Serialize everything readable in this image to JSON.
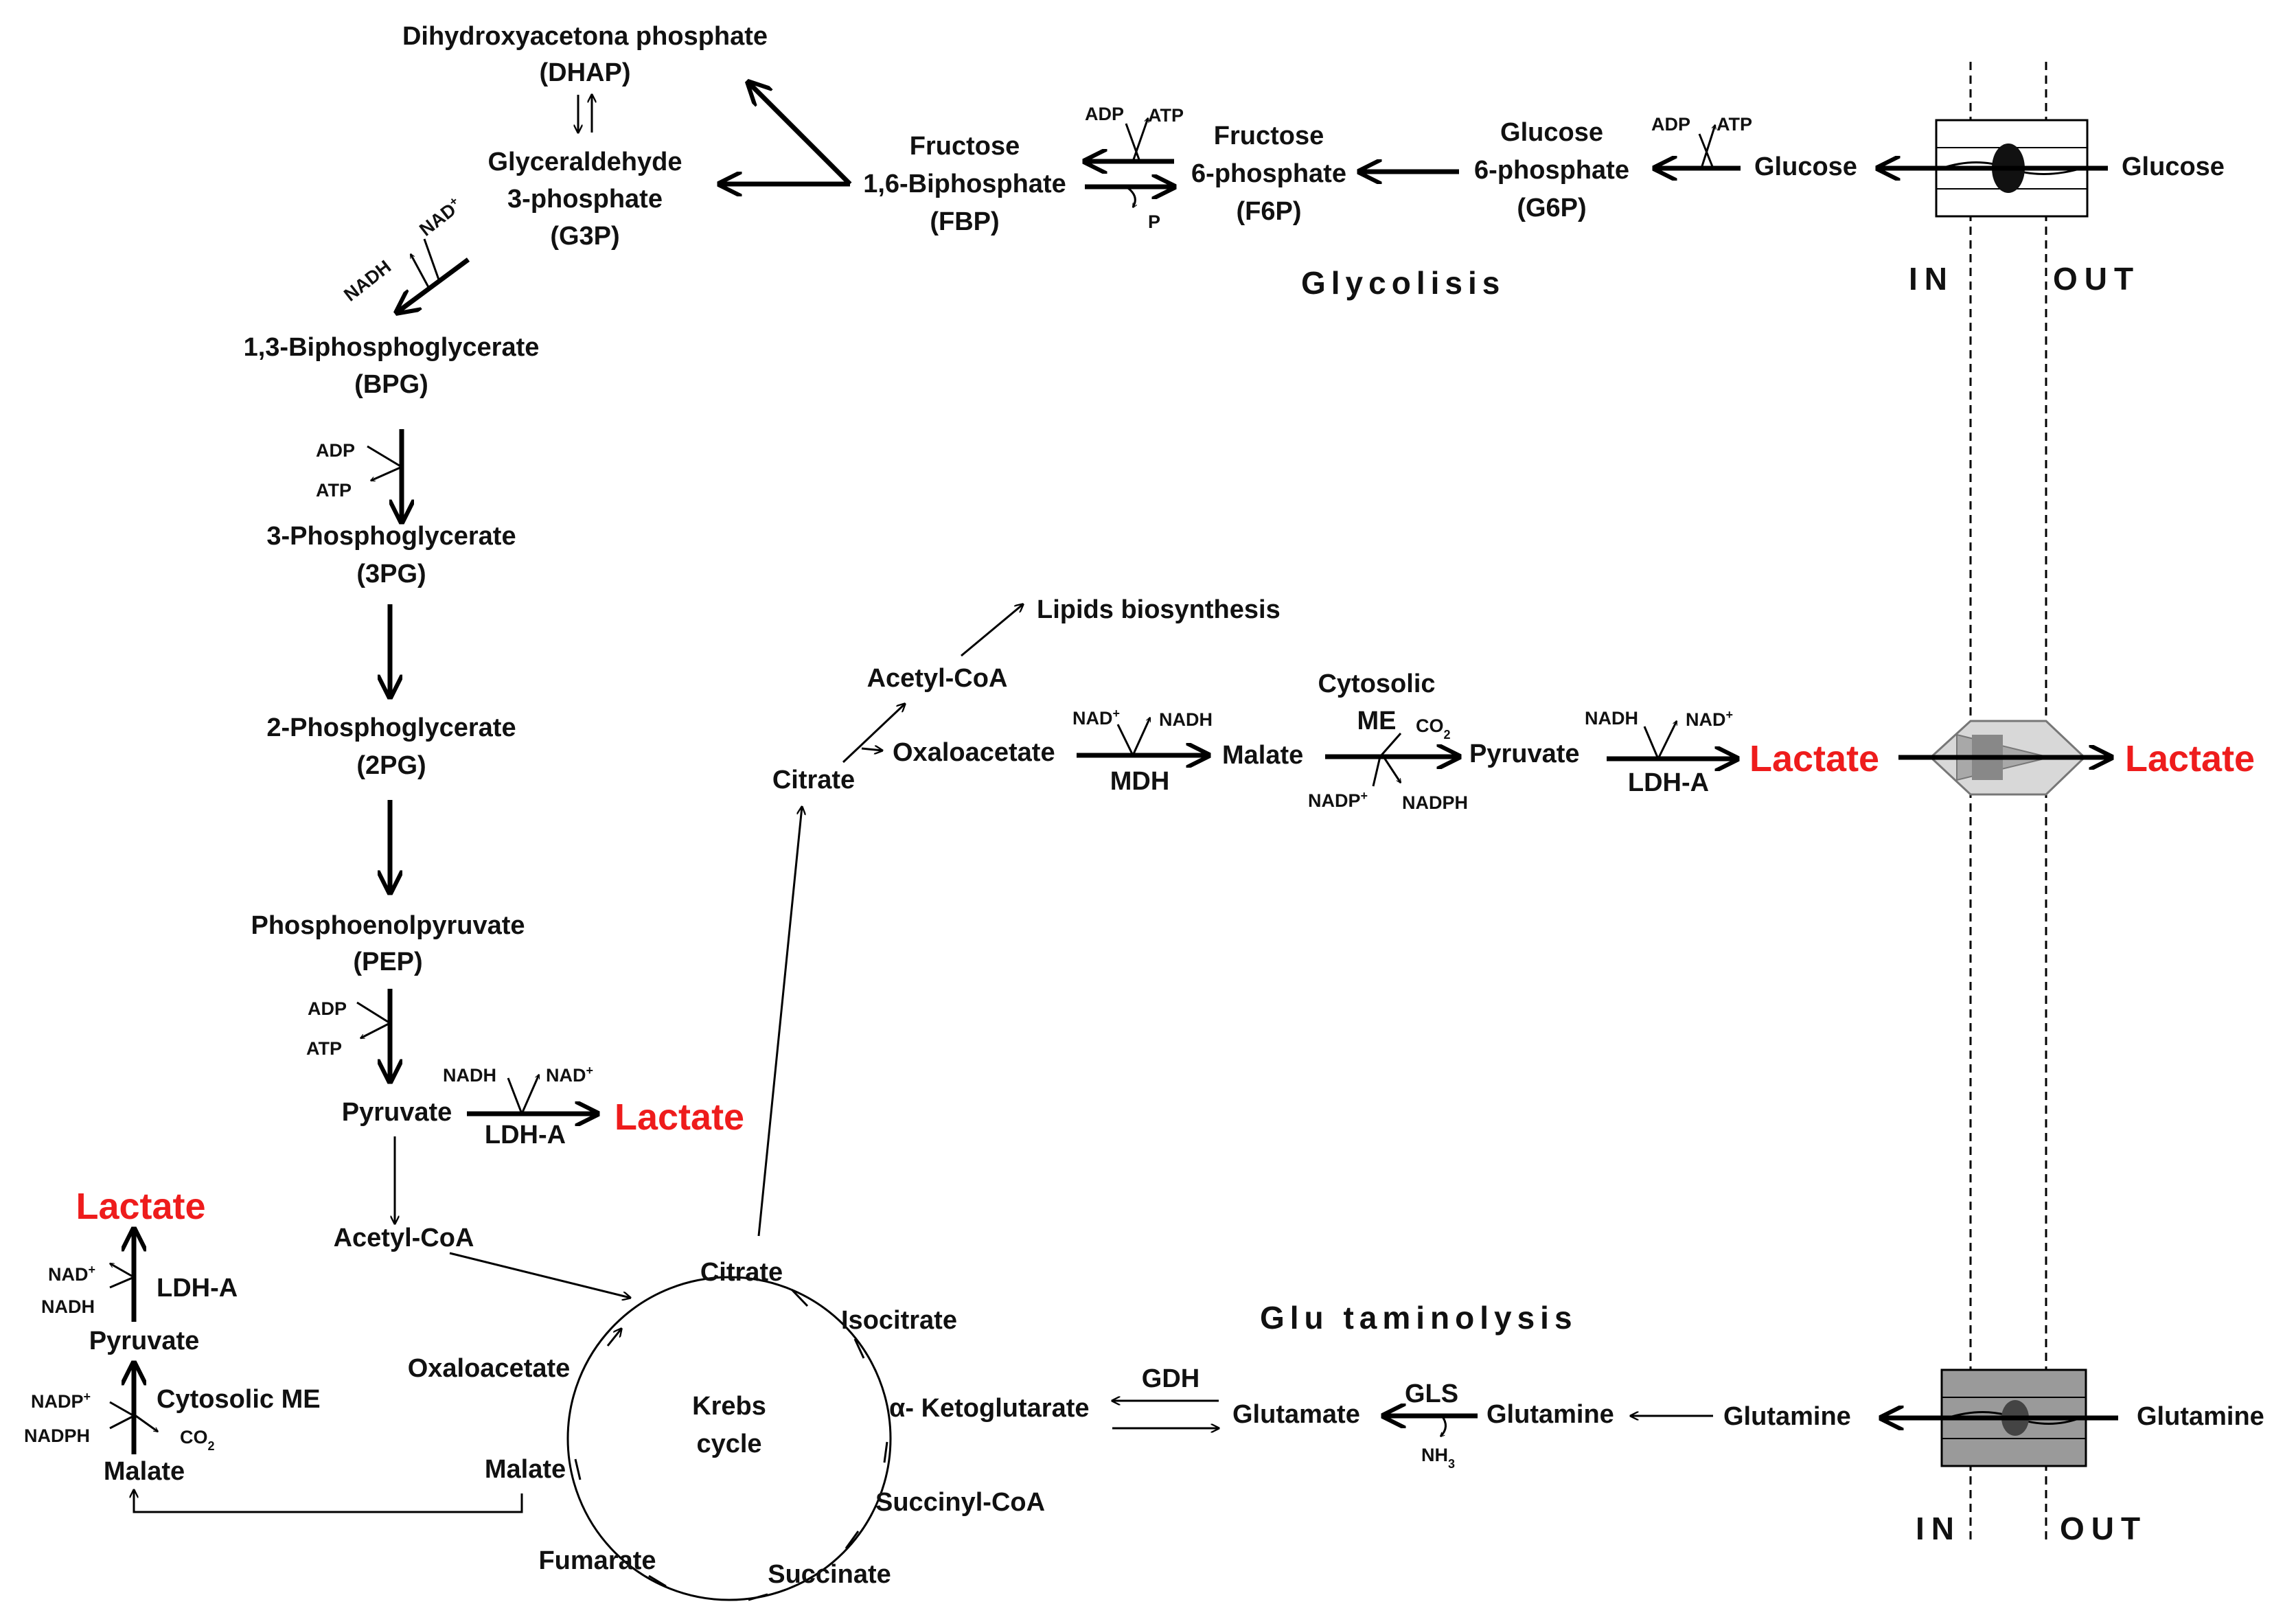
{
  "glycolysis": {
    "title": "Glycolisis",
    "glucose_out": "Glucose",
    "glucose_in": "Glucose",
    "g6p_1": "Glucose",
    "g6p_2": "6-phosphate",
    "g6p_3": "(G6P)",
    "f6p_1": "Fructose",
    "f6p_2": "6-phosphate",
    "f6p_3": "(F6P)",
    "fbp_1": "Fructose",
    "fbp_2": "1,6-Biphosphate",
    "fbp_3": "(FBP)",
    "dhap_1": "Dihydroxyacetona phosphate",
    "dhap_2": "(DHAP)",
    "g3p_1": "Glyceraldehyde",
    "g3p_2": "3-phosphate",
    "g3p_3": "(G3P)",
    "bpg_1": "1,3-Biphosphoglycerate",
    "bpg_2": "(BPG)",
    "pg3_1": "3-Phosphoglycerate",
    "pg3_2": "(3PG)",
    "pg2_1": "2-Phosphoglycerate",
    "pg2_2": "(2PG)",
    "pep_1": "Phosphoenolpyruvate",
    "pep_2": "(PEP)",
    "pyruvate": "Pyruvate",
    "lactate": "Lactate",
    "ldh": "LDH-A",
    "acetyl_coa": "Acetyl-CoA"
  },
  "cofactors": {
    "adp": "ADP",
    "atp": "ATP",
    "p": "P",
    "nadh": "NADH",
    "nad_plus": "NAD+",
    "nad": "NAD",
    "plus": "+",
    "nadp": "NADP",
    "nadph": "NADPH",
    "co2": "CO2",
    "co": "CO",
    "two": "2",
    "nh3": "NH3",
    "nh": "NH",
    "three": "3"
  },
  "cytosolic": {
    "lipids": "Lipids biosynthesis",
    "acetyl_coa": "Acetyl-CoA",
    "citrate": "Citrate",
    "oxaloacetate": "Oxaloacetate",
    "mdh": "MDH",
    "malate": "Malate",
    "me_1": "Cytosolic",
    "me_2": "ME",
    "pyruvate": "Pyruvate",
    "ldh": "LDH-A",
    "lactate_in": "Lactate",
    "lactate_out": "Lactate"
  },
  "krebs": {
    "center_1": "Krebs",
    "center_2": "cycle",
    "citrate": "Citrate",
    "isocitrate": "Isocitrate",
    "aketo": "α- Ketoglutarate",
    "succinyl": "Succinyl-CoA",
    "succinate": "Succinate",
    "fumarate": "Fumarate",
    "malate": "Malate",
    "oxaloacetate": "Oxaloacetate"
  },
  "left_branch": {
    "lactate": "Lactate",
    "ldh": "LDH-A",
    "pyruvate": "Pyruvate",
    "me": "Cytosolic ME",
    "malate": "Malate"
  },
  "glutaminolysis": {
    "title": "Glu taminolysis",
    "gdh": "GDH",
    "glutamate": "Glutamate",
    "gls": "GLS",
    "glutamine_1": "Glutamine",
    "glutamine_2": "Glutamine",
    "glutamine_out": "Glutamine"
  },
  "membrane": {
    "in_top": "IN",
    "out_top": "OUT",
    "in_bottom": "IN",
    "out_bottom": "OUT"
  }
}
